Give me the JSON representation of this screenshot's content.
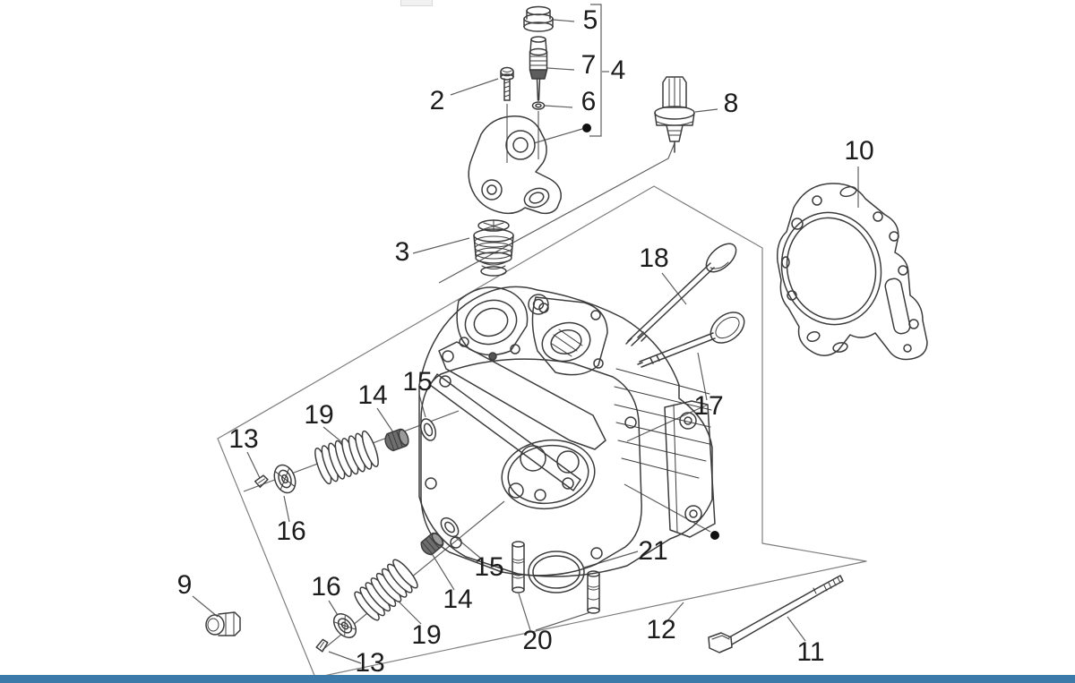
{
  "colors": {
    "line": "#3c3c3c",
    "leader": "#5f5f5f",
    "boundary": "#7e7e7e",
    "label": "#1c1c1c",
    "bottom_bar": "#3b7aa9",
    "page_bg": "#ffffff",
    "fragment": "#f1f1f1"
  },
  "diagram": {
    "type": "exploded-parts-diagram",
    "callouts": [
      {
        "number": "2"
      },
      {
        "number": "5"
      },
      {
        "number": "7"
      },
      {
        "number": "4"
      },
      {
        "number": "6"
      },
      {
        "number": "8"
      },
      {
        "number": "10"
      },
      {
        "number": "3"
      },
      {
        "number": "18"
      },
      {
        "number": "17"
      },
      {
        "number": "15"
      },
      {
        "number": "14"
      },
      {
        "number": "19"
      },
      {
        "number": "13"
      },
      {
        "number": "16"
      },
      {
        "number": "9"
      },
      {
        "number": "16"
      },
      {
        "number": "15"
      },
      {
        "number": "14"
      },
      {
        "number": "19"
      },
      {
        "number": "13"
      },
      {
        "number": "20"
      },
      {
        "number": "21"
      },
      {
        "number": "12"
      },
      {
        "number": "11"
      }
    ]
  }
}
